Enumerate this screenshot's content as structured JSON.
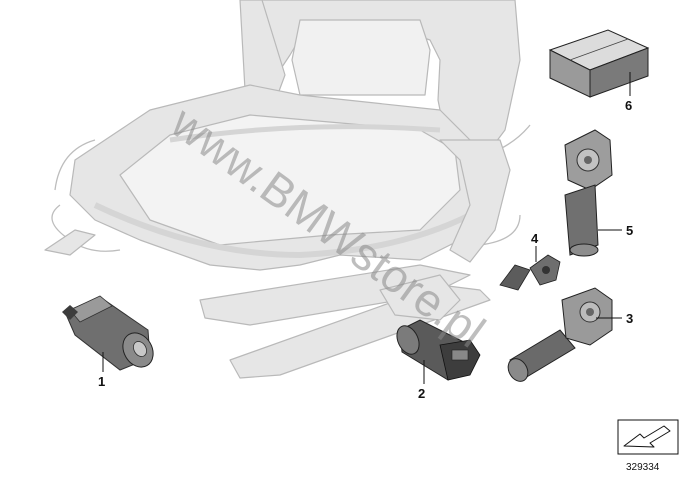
{
  "diagram": {
    "callouts": [
      "1",
      "2",
      "3",
      "4",
      "5",
      "6"
    ],
    "watermark": "www.BMWstore.pl",
    "part_number": "329334",
    "colors": {
      "frame": "#e6e6e6",
      "frame_stroke": "#b9b9b9",
      "motor_dark": "#4a4a4a",
      "motor_mid": "#8c8c8c",
      "box_top": "#dcdcdc",
      "box_side": "#7a7a7a"
    }
  }
}
